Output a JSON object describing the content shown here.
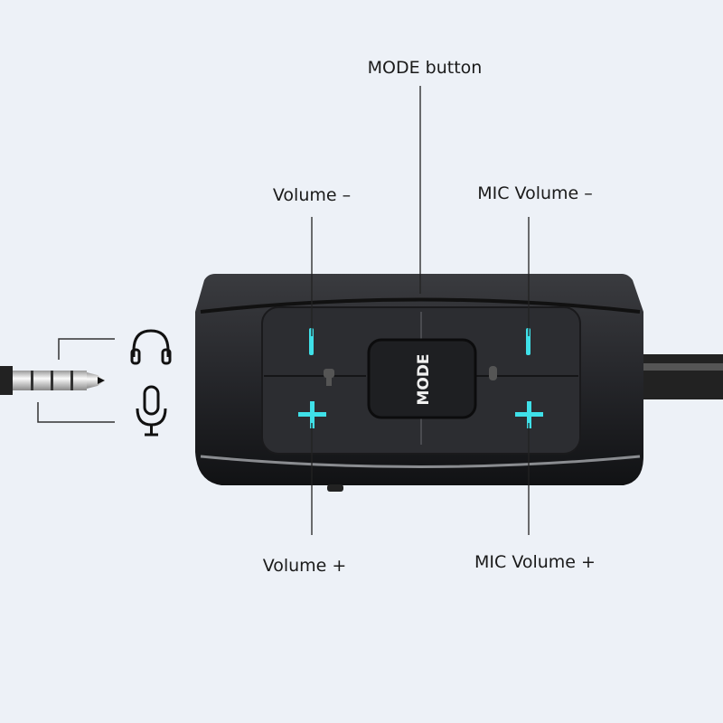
{
  "labels": {
    "mode": "MODE button",
    "volume_minus": "Volume –",
    "mic_volume_minus": "MIC Volume –",
    "volume_plus": "Volume +",
    "mic_volume_plus": "MIC Volume +"
  },
  "device": {
    "mode_key_text": "MODE",
    "accent_color": "#3fe0e8",
    "body_color": "#2a2b2e"
  },
  "icons": [
    "headphones-icon",
    "microphone-icon",
    "audio-jack-plug"
  ]
}
